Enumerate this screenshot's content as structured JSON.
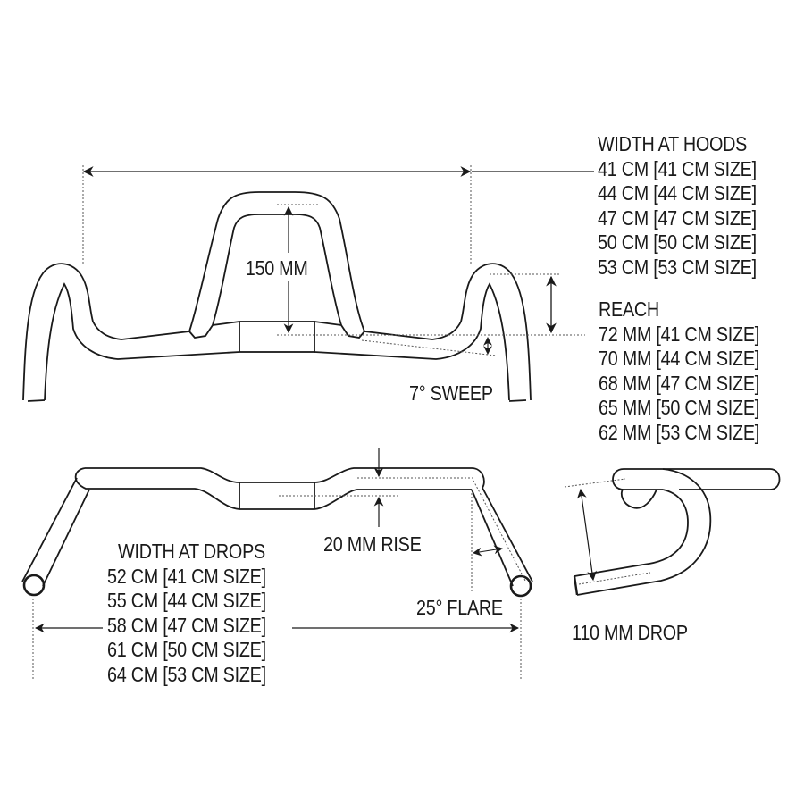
{
  "diagram": {
    "subject": "Drop handlebar geometry",
    "colors": {
      "line": "#1a1a1a",
      "dotted": "#555555",
      "background": "#ffffff"
    }
  },
  "width_at_hoods": {
    "title": "WIDTH AT HOODS",
    "rows": [
      "41 CM [41 CM SIZE]",
      "44 CM [44 CM SIZE]",
      "47 CM [47 CM SIZE]",
      "50 CM [50 CM SIZE]",
      "53 CM [53 CM SIZE]"
    ]
  },
  "reach": {
    "title": "REACH",
    "rows": [
      "72 MM [41 CM SIZE]",
      "70 MM [44 CM SIZE]",
      "68 MM [47 CM SIZE]",
      "65 MM [50 CM SIZE]",
      "62 MM [53 CM SIZE]"
    ]
  },
  "width_at_drops": {
    "title": "WIDTH AT DROPS",
    "rows": [
      "52 CM [41 CM SIZE]",
      "55 CM [44 CM SIZE]",
      "58 CM [47 CM SIZE]",
      "61 CM [50 CM SIZE]",
      "64 CM [53 CM SIZE]"
    ]
  },
  "callouts": {
    "stack": "150 MM",
    "sweep": "7° SWEEP",
    "rise": "20 MM RISE",
    "flare": "25° FLARE",
    "drop": "110 MM DROP"
  },
  "views": {
    "front": "front-view",
    "top": "top-view",
    "side": "side-view"
  }
}
